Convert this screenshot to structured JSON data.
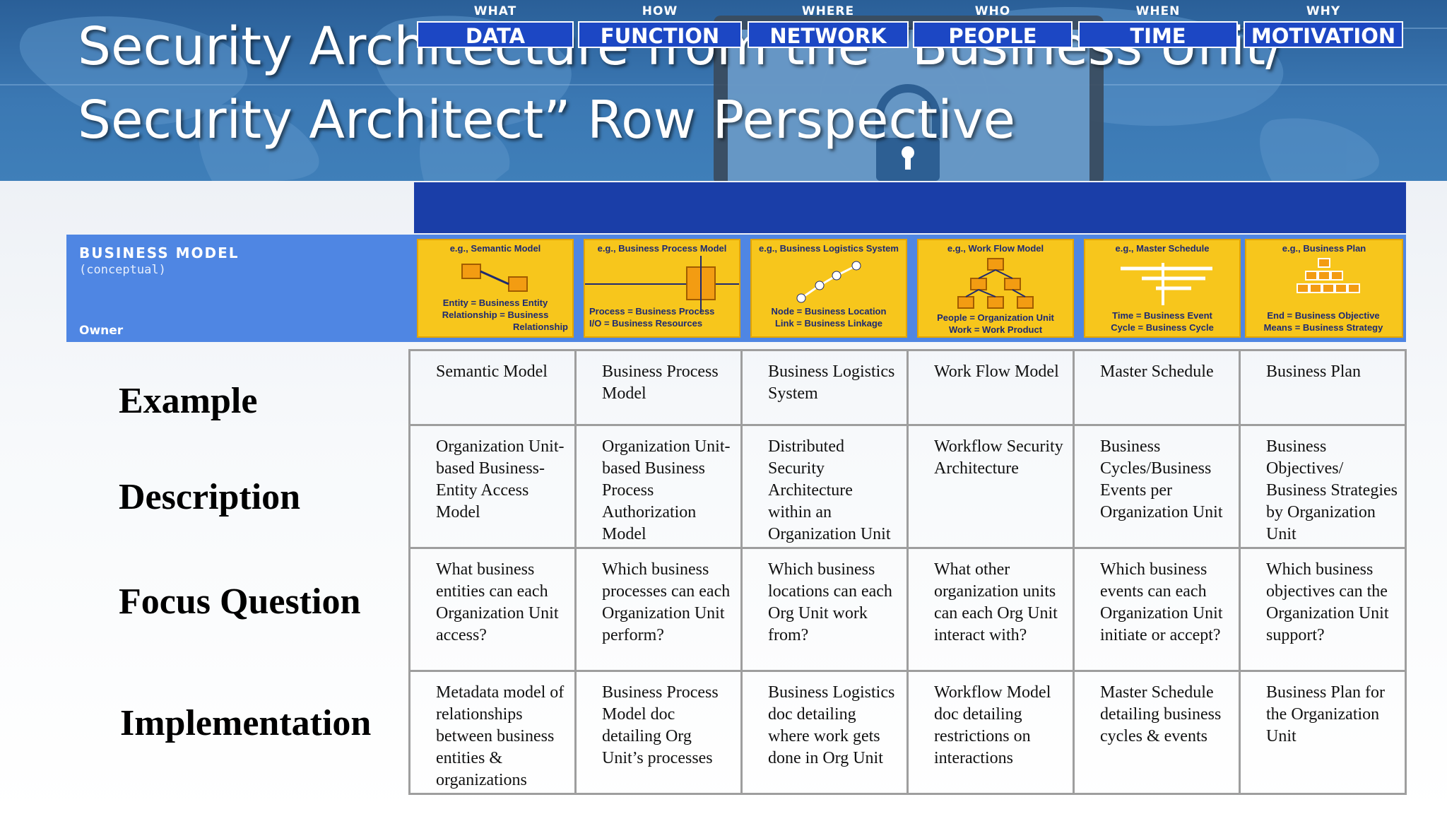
{
  "title": {
    "line1": "Security Architecture from the  “Business Unit/",
    "line2": "Security Architect” Row Perspective"
  },
  "zachman": {
    "questions": [
      "WHAT",
      "HOW",
      "WHERE",
      "WHO",
      "WHEN",
      "WHY"
    ],
    "labels": [
      "DATA",
      "FUNCTION",
      "NETWORK",
      "PEOPLE",
      "TIME",
      "MOTIVATION"
    ],
    "row_title": "BUSINESS MODEL",
    "row_subtitle": "(conceptual)",
    "row_owner": "Owner",
    "cells": [
      {
        "eg": "e.g., Semantic Model",
        "d1": "Entity = Business Entity",
        "d2": "Relationship = Business",
        "d3": "Relationship"
      },
      {
        "eg": "e.g., Business Process Model",
        "d1": "Process = Business Process",
        "d2": "I/O = Business Resources",
        "d3": ""
      },
      {
        "eg": "e.g., Business Logistics System",
        "d1": "Node = Business Location",
        "d2": "Link = Business Linkage",
        "d3": ""
      },
      {
        "eg": "e.g., Work Flow Model",
        "d1": "People = Organization Unit",
        "d2": "Work = Work Product",
        "d3": ""
      },
      {
        "eg": "e.g., Master Schedule",
        "d1": "Time = Business Event",
        "d2": "Cycle = Business Cycle",
        "d3": ""
      },
      {
        "eg": "e.g., Business Plan",
        "d1": "End = Business Objective",
        "d2": "Means = Business Strategy",
        "d3": ""
      }
    ]
  },
  "row_labels": [
    "Example",
    "Description",
    "Focus Question",
    "Implementation"
  ],
  "table": [
    [
      "Semantic Model",
      "Business Process Model",
      "Business Logistics System",
      "Work Flow Model",
      "Master Schedule",
      "Business Plan"
    ],
    [
      "Organization Unit-based Business-Entity Access Model",
      "Organization Unit-based Business Process Authorization Model",
      "Distributed Security Architecture within an Organization Unit",
      "Workflow Security Architecture",
      "Business Cycles/Business Events per Organization Unit",
      "Business Objectives/ Business Strategies by Organization Unit"
    ],
    [
      "What business entities can each Organization Unit access?",
      "Which business processes can each Organization Unit perform?",
      "Which business locations can each Org Unit work from?",
      "What other organization units can each Org Unit interact with?",
      "Which business events can each Organization Unit initiate or accept?",
      "Which business objectives can the Organization Unit support?"
    ],
    [
      "Metadata model of relationships between business entities & organizations",
      "Business Process Model doc detailing Org Unit’s processes",
      "Business Logistics doc detailing where work gets done in Org Unit",
      "Workflow Model doc detailing restrictions on interactions",
      "Master Schedule detailing business cycles & events",
      "Business Plan for the Organization Unit"
    ]
  ]
}
